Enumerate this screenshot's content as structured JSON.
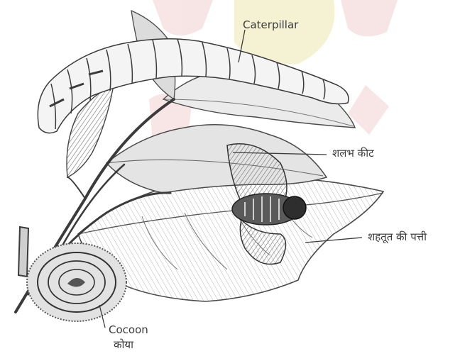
{
  "labels": {
    "caterpillar": "Caterpillar",
    "moth": "शलभ कीट",
    "mulberry_leaf": "शहतूत की पत्ती",
    "cocoon_en": "Cocoon",
    "cocoon_hi": "कोया"
  },
  "colors": {
    "pencil": "#3b3b3b",
    "shade": "#9a9a9a",
    "watermark_red": "#f7e3e3",
    "watermark_yellow": "#f4f1cf"
  }
}
